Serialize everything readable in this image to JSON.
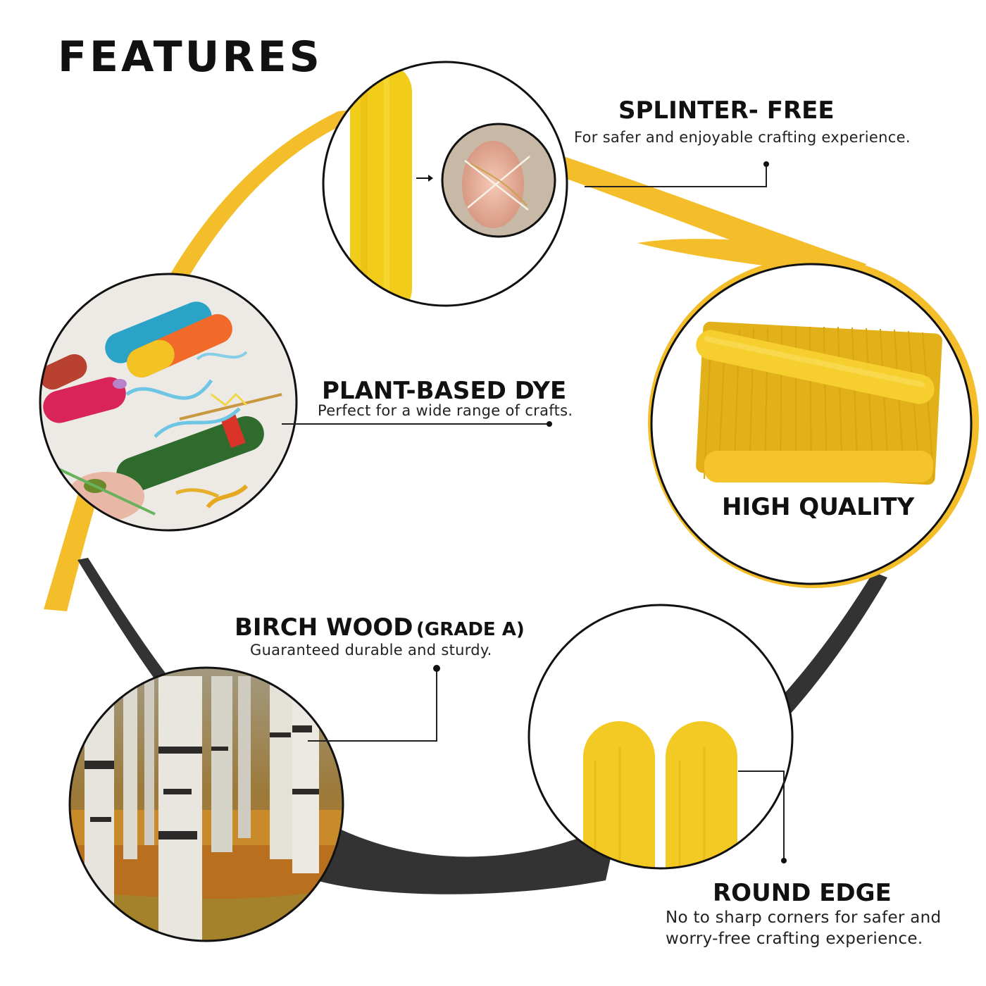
{
  "page": {
    "title": "FEATURES"
  },
  "colors": {
    "accent": "#f4be2a",
    "stick": "#f2cc1b",
    "dark": "#333333",
    "text": "#111111"
  },
  "features": [
    {
      "title": "SPLINTER- FREE",
      "description": "For safer and enjoyable crafting experience.",
      "icon": "finger-splinter-photo"
    },
    {
      "title": "PLANT-BASED DYE",
      "description": "Perfect for a wide range of crafts.",
      "icon": "painted-sticks-photo"
    },
    {
      "title": "HIGH QUALITY",
      "description": "",
      "icon": "stick-bundle-photo"
    },
    {
      "title": "BIRCH WOOD",
      "title_suffix": "(GRADE A)",
      "description": "Guaranteed durable and sturdy.",
      "icon": "birch-forest-photo"
    },
    {
      "title": "ROUND EDGE",
      "description": "No to sharp corners for safer and",
      "description_line2": "worry-free crafting experience.",
      "icon": "round-edge-sticks-photo"
    }
  ]
}
